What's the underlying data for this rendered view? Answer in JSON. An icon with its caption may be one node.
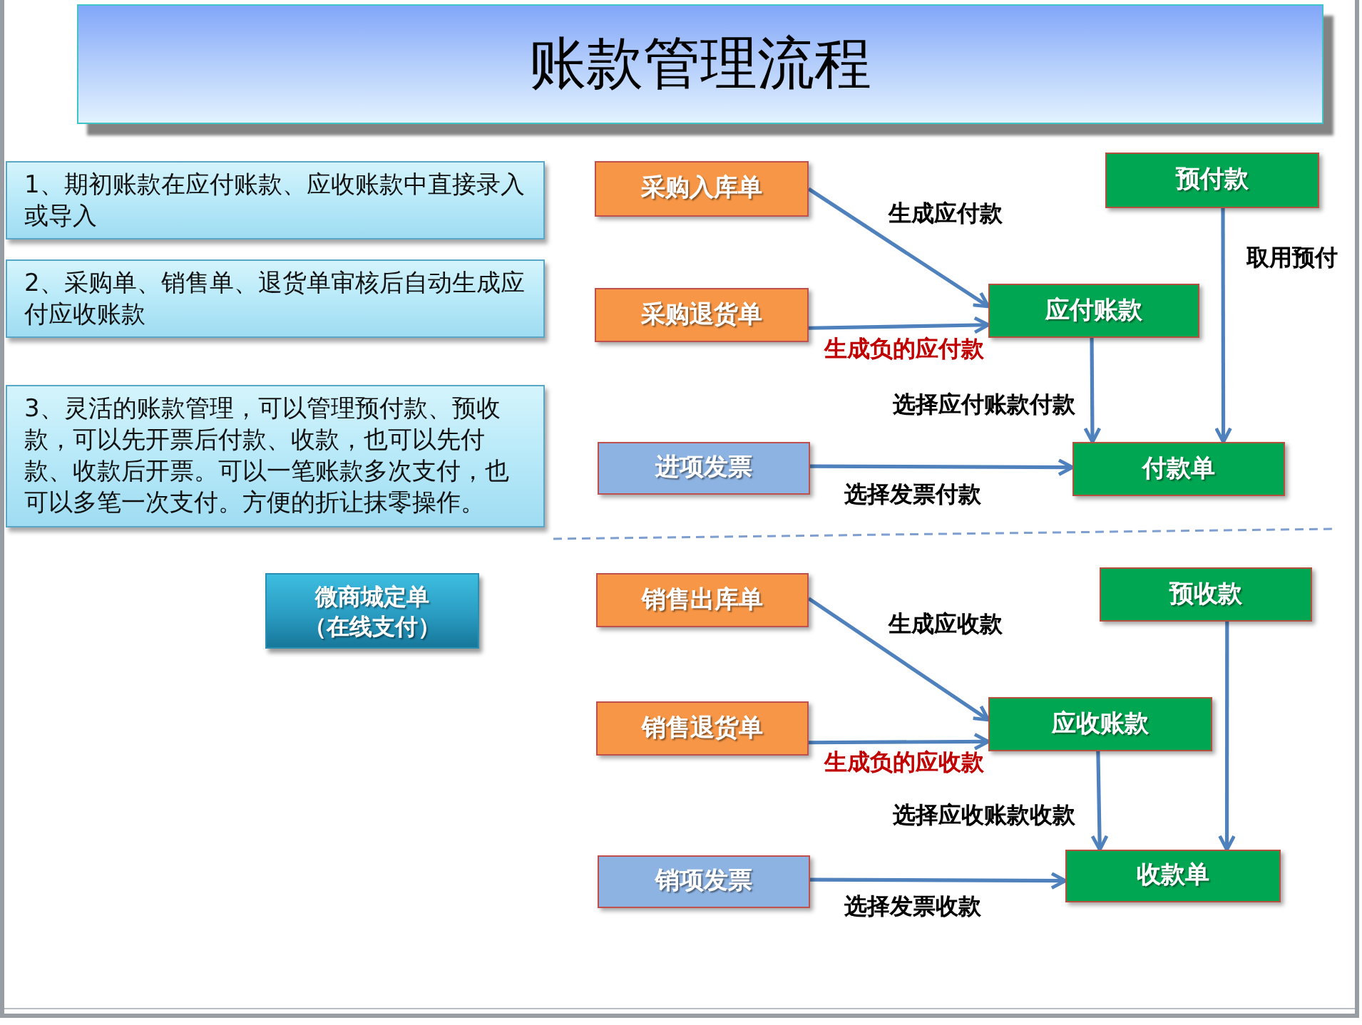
{
  "diagram": {
    "title": "账款管理流程",
    "nodes": [
      {
        "text": [
          "1、期初账款在应付账款、应收账款中直接录入或导入"
        ]
      },
      {
        "text": [
          "2、采购单、销售单、退货单审核后自动生成应付应收账款"
        ]
      },
      {
        "text": [
          "3、灵活的账款管理，可以管理预付款、预收款，可以先开票后付款、收款，也可以先付款、收款后开票。可以一笔账款多次支付，也可以多笔一次支付。方便的折让抹零操作。"
        ]
      },
      {
        "text": [
          "采购入库单"
        ]
      },
      {
        "text": [
          "预付款"
        ]
      },
      {
        "text": [
          "采购退货单"
        ]
      },
      {
        "text": [
          "应付账款"
        ]
      },
      {
        "text": [
          "进项发票"
        ]
      },
      {
        "text": [
          "付款单"
        ]
      },
      {
        "text": [
          "微商城定单（在线支付）"
        ]
      },
      {
        "text": [
          "销售出库单"
        ]
      },
      {
        "text": [
          "预收款"
        ]
      },
      {
        "text": [
          "销售退货单"
        ]
      },
      {
        "text": [
          "应收账款"
        ]
      },
      {
        "text": [
          "销项发票"
        ]
      },
      {
        "text": [
          "收款单"
        ]
      }
    ],
    "edges": [
      {
        "from": 3,
        "to": 6,
        "arrow": "to",
        "label": "生成应付款"
      },
      {
        "from": 5,
        "to": 6,
        "arrow": "to",
        "label": "生成负的应付款"
      },
      {
        "from": 6,
        "to": 8,
        "arrow": "to",
        "label": "选择应付账款付款"
      },
      {
        "from": 4,
        "to": 8,
        "arrow": "to",
        "label": "取用预付"
      },
      {
        "from": 7,
        "to": 8,
        "arrow": "to",
        "label": "选择发票付款"
      },
      {
        "from": 10,
        "to": 13,
        "arrow": "to",
        "label": "生成应收款"
      },
      {
        "from": 12,
        "to": 13,
        "arrow": "to",
        "label": "生成负的应收款"
      },
      {
        "from": 13,
        "to": 15,
        "arrow": "to",
        "label": "选择应收账款收款"
      },
      {
        "from": 11,
        "to": 15,
        "arrow": "to"
      },
      {
        "from": 14,
        "to": 15,
        "arrow": "to",
        "label": "选择发票收款"
      }
    ]
  }
}
